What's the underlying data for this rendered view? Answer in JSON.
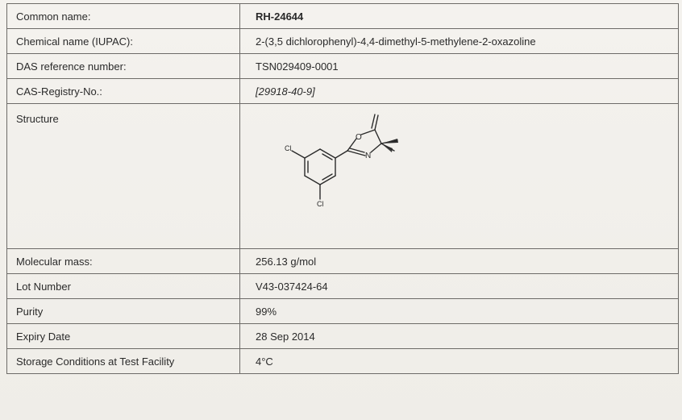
{
  "rows": [
    {
      "label": "Common name:",
      "value": "RH-24644"
    },
    {
      "label": "Chemical name (IUPAC):",
      "value": "2-(3,5 dichlorophenyl)-4,4-dimethyl-5-methylene-2-oxazoline"
    },
    {
      "label": "DAS reference number:",
      "value": "TSN029409-0001"
    },
    {
      "label": "CAS-Registry-No.:",
      "value": "[29918-40-9]"
    },
    {
      "label": "Structure"
    },
    {
      "label": "Molecular mass:",
      "value": "256.13 g/mol"
    },
    {
      "label": "Lot Number",
      "value": "V43-037424-64"
    },
    {
      "label": "Purity",
      "value": "99%"
    },
    {
      "label": "Expiry Date",
      "value": "28 Sep 2014"
    },
    {
      "label": "Storage Conditions at Test Facility",
      "value": "4°C"
    }
  ],
  "structure_atoms": {
    "cl_left": "Cl",
    "cl_bottom": "Cl",
    "oxygen": "O",
    "nitrogen": "N"
  }
}
